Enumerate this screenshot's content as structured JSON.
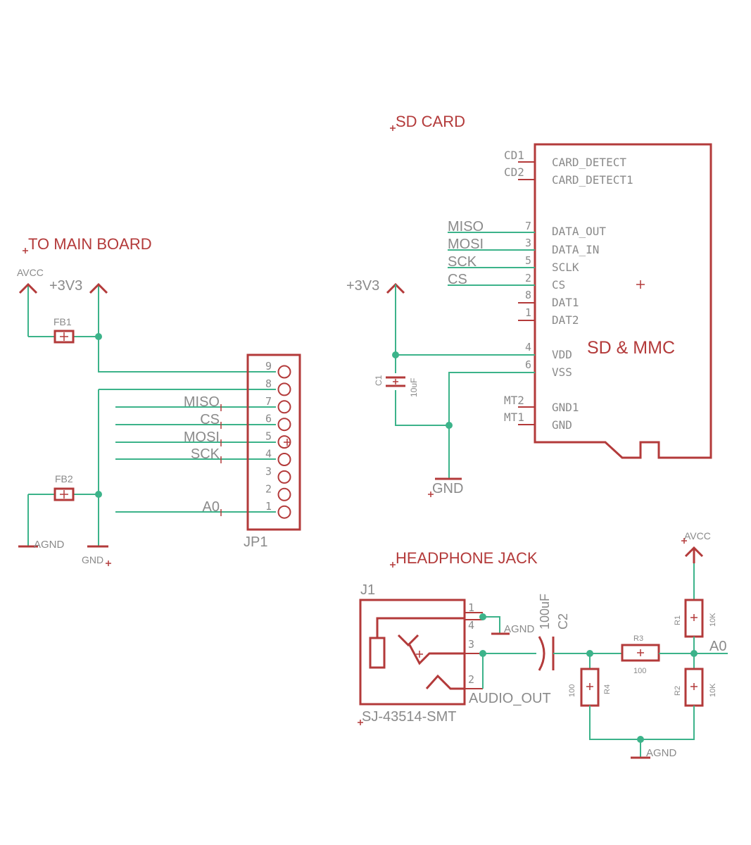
{
  "sections": {
    "main_board": "TO MAIN BOARD",
    "sd_card": "SD CARD",
    "headphone": "HEADPHONE JACK"
  },
  "left": {
    "avcc": "AVCC",
    "v33": "+3V3",
    "fb1": "FB1",
    "fb2": "FB2",
    "agnd": "AGND",
    "gnd": "GND",
    "jp1": "JP1",
    "pin_numbers": [
      "9",
      "8",
      "7",
      "6",
      "5",
      "4",
      "3",
      "2",
      "1"
    ],
    "net_labels": {
      "miso": "MISO",
      "cs": "CS",
      "mosi": "MOSI",
      "sck": "SCK",
      "a0": "A0"
    }
  },
  "sd": {
    "part_name": "SD & MMC",
    "v33": "+3V3",
    "gnd": "GND",
    "c_name": "C1",
    "c_value": "10uF",
    "net_labels": {
      "miso": "MISO",
      "mosi": "MOSI",
      "sck": "SCK",
      "cs": "CS"
    },
    "pins": {
      "cd1": "CD1",
      "cd2": "CD2",
      "card_detect": "CARD_DETECT",
      "card_detect1": "CARD_DETECT1",
      "data_out": "DATA_OUT",
      "data_in": "DATA_IN",
      "sclk": "SCLK",
      "cs": "CS",
      "dat1": "DAT1",
      "dat2": "DAT2",
      "vdd": "VDD",
      "vss": "VSS",
      "mt2": "MT2",
      "mt1": "MT1",
      "gnd1": "GND1",
      "gnd": "GND",
      "n7": "7",
      "n3": "3",
      "n5": "5",
      "n2": "2",
      "n8": "8",
      "n1": "1",
      "n4": "4",
      "n6": "6"
    }
  },
  "hp": {
    "j1": "J1",
    "part": "SJ-43514-SMT",
    "audio_out": "AUDIO_OUT",
    "agnd_top": "AGND",
    "agnd_bottom": "AGND",
    "avcc": "AVCC",
    "a0": "A0",
    "c2": "C2",
    "c2_value": "100uF",
    "r1": "R1",
    "r1_value": "10K",
    "r2": "R2",
    "r2_value": "10K",
    "r3": "R3",
    "r3_value": "100",
    "r4": "R4",
    "r4_value": "100",
    "pins": {
      "p1": "1",
      "p4": "4",
      "p3": "3",
      "p2": "2"
    }
  }
}
